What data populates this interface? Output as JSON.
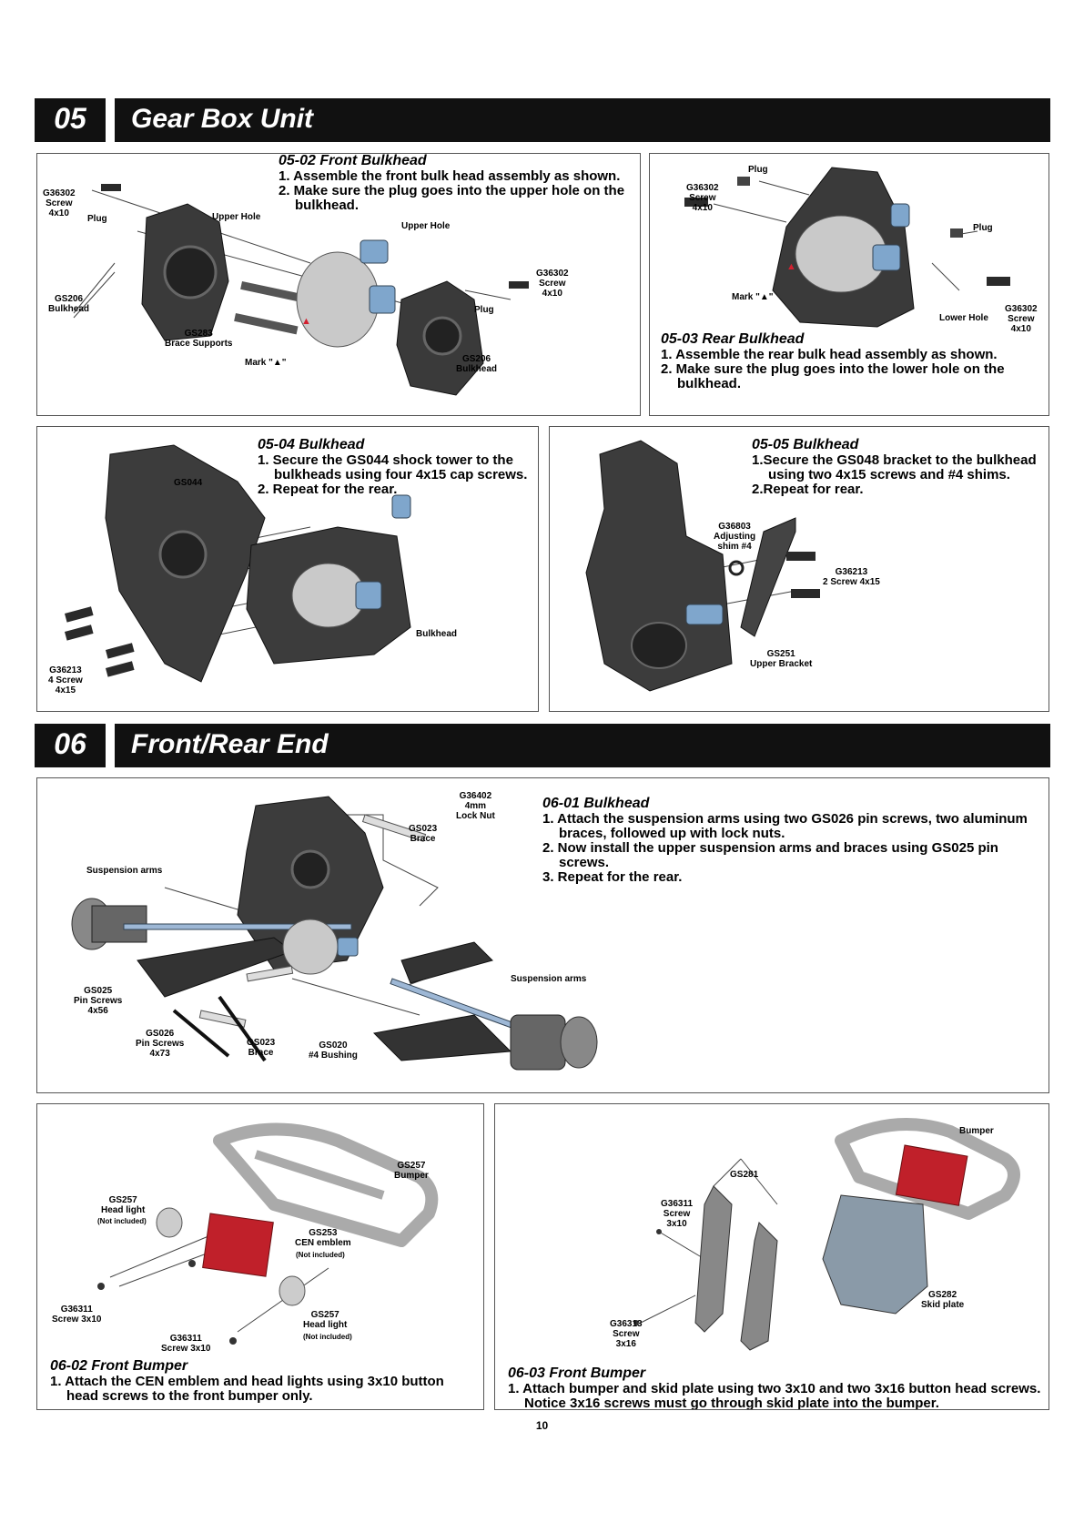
{
  "section05": {
    "num": "05",
    "title": "Gear Box Unit"
  },
  "section06": {
    "num": "06",
    "title": "Front/Rear End"
  },
  "p0502": {
    "title": "05-02  Front Bulkhead",
    "lines": [
      "1. Assemble the front bulk head assembly as shown.",
      "2. Make sure the plug goes into the upper hole on the bulkhead."
    ],
    "labels": {
      "screw": "G36302\nScrew\n4x10",
      "plug1": "Plug",
      "upper1": "Upper Hole",
      "upper2": "Upper Hole",
      "screw2": "G36302\nScrew\n4x10",
      "plug2": "Plug",
      "gs206a": "GS206\nBulkhead",
      "gs283": "GS283\nBrace Supports",
      "mark": "Mark \"▲\"",
      "gs206b": "GS206\nBulkhead"
    }
  },
  "p0503": {
    "title": "05-03  Rear Bulkhead",
    "lines": [
      "1. Assemble the rear bulk head assembly as shown.",
      "2. Make sure the plug goes into the lower hole on the bulkhead."
    ],
    "labels": {
      "plug1": "Plug",
      "screw1": "G36302\nScrew\n4x10",
      "plug2": "Plug",
      "mark": "Mark \"▲\"",
      "lower": "Lower Hole",
      "screw2": "G36302\nScrew\n4x10"
    }
  },
  "p0504": {
    "title": "05-04  Bulkhead",
    "lines": [
      "1. Secure the GS044 shock tower to the bulkheads using four 4x15 cap screws.",
      "2. Repeat for the rear."
    ],
    "labels": {
      "gs044": "GS044",
      "bulkhead": "Bulkhead",
      "screw": "G36213\n4 Screw\n4x15"
    }
  },
  "p0505": {
    "title": "05-05  Bulkhead",
    "lines": [
      "1.Secure the GS048 bracket to the bulkhead using two 4x15 screws and #4 shims.",
      "2.Repeat for rear."
    ],
    "labels": {
      "shim": "G36803\nAdjusting\nshim #4",
      "screw": "G36213\n2 Screw 4x15",
      "bracket": "GS251\nUpper Bracket"
    }
  },
  "p0601": {
    "title": "06-01  Bulkhead",
    "lines": [
      "1. Attach the suspension arms using two GS026 pin screws, two aluminum braces, followed up with lock nuts.",
      "2. Now install the upper suspension arms and braces using GS025 pin screws.",
      "3. Repeat for the rear."
    ],
    "labels": {
      "locknut": "G36402\n4mm\nLock Nut",
      "brace1": "GS023\nBrace",
      "arms1": "Suspension arms",
      "arms2": "Suspension arms",
      "gs025": "GS025\nPin Screws\n4x56",
      "gs026": "GS026\nPin Screws\n4x73",
      "brace2": "GS023\nBrace",
      "bushing": "GS020\n#4 Bushing"
    }
  },
  "p0602": {
    "title": "06-02  Front Bumper",
    "lines": [
      "1. Attach the CEN emblem and head lights using 3x10 button head screws to the front bumper only."
    ],
    "labels": {
      "bumper": "GS257\nBumper",
      "headlight1": "GS257\nHead light",
      "ni1": "(Not included)",
      "emblem": "GS253\nCEN emblem",
      "ni2": "(Not included)",
      "screw1": "G36311\nScrew 3x10",
      "headlight2": "GS257\nHead light",
      "ni3": "(Not included)",
      "screw2": "G36311\nScrew 3x10"
    }
  },
  "p0603": {
    "title": "06-03  Front Bumper",
    "lines": [
      "1. Attach bumper and skid plate using two 3x10 and two 3x16 button head screws.  Notice 3x16 screws must go through skid plate into the bumper."
    ],
    "labels": {
      "bumper": "Bumper",
      "gs281": "GS281",
      "screw1": "G36311\nScrew\n3x10",
      "skid": "GS282\nSkid plate",
      "screw2": "G36313\nScrew\n3x16"
    }
  },
  "page_number": "10"
}
